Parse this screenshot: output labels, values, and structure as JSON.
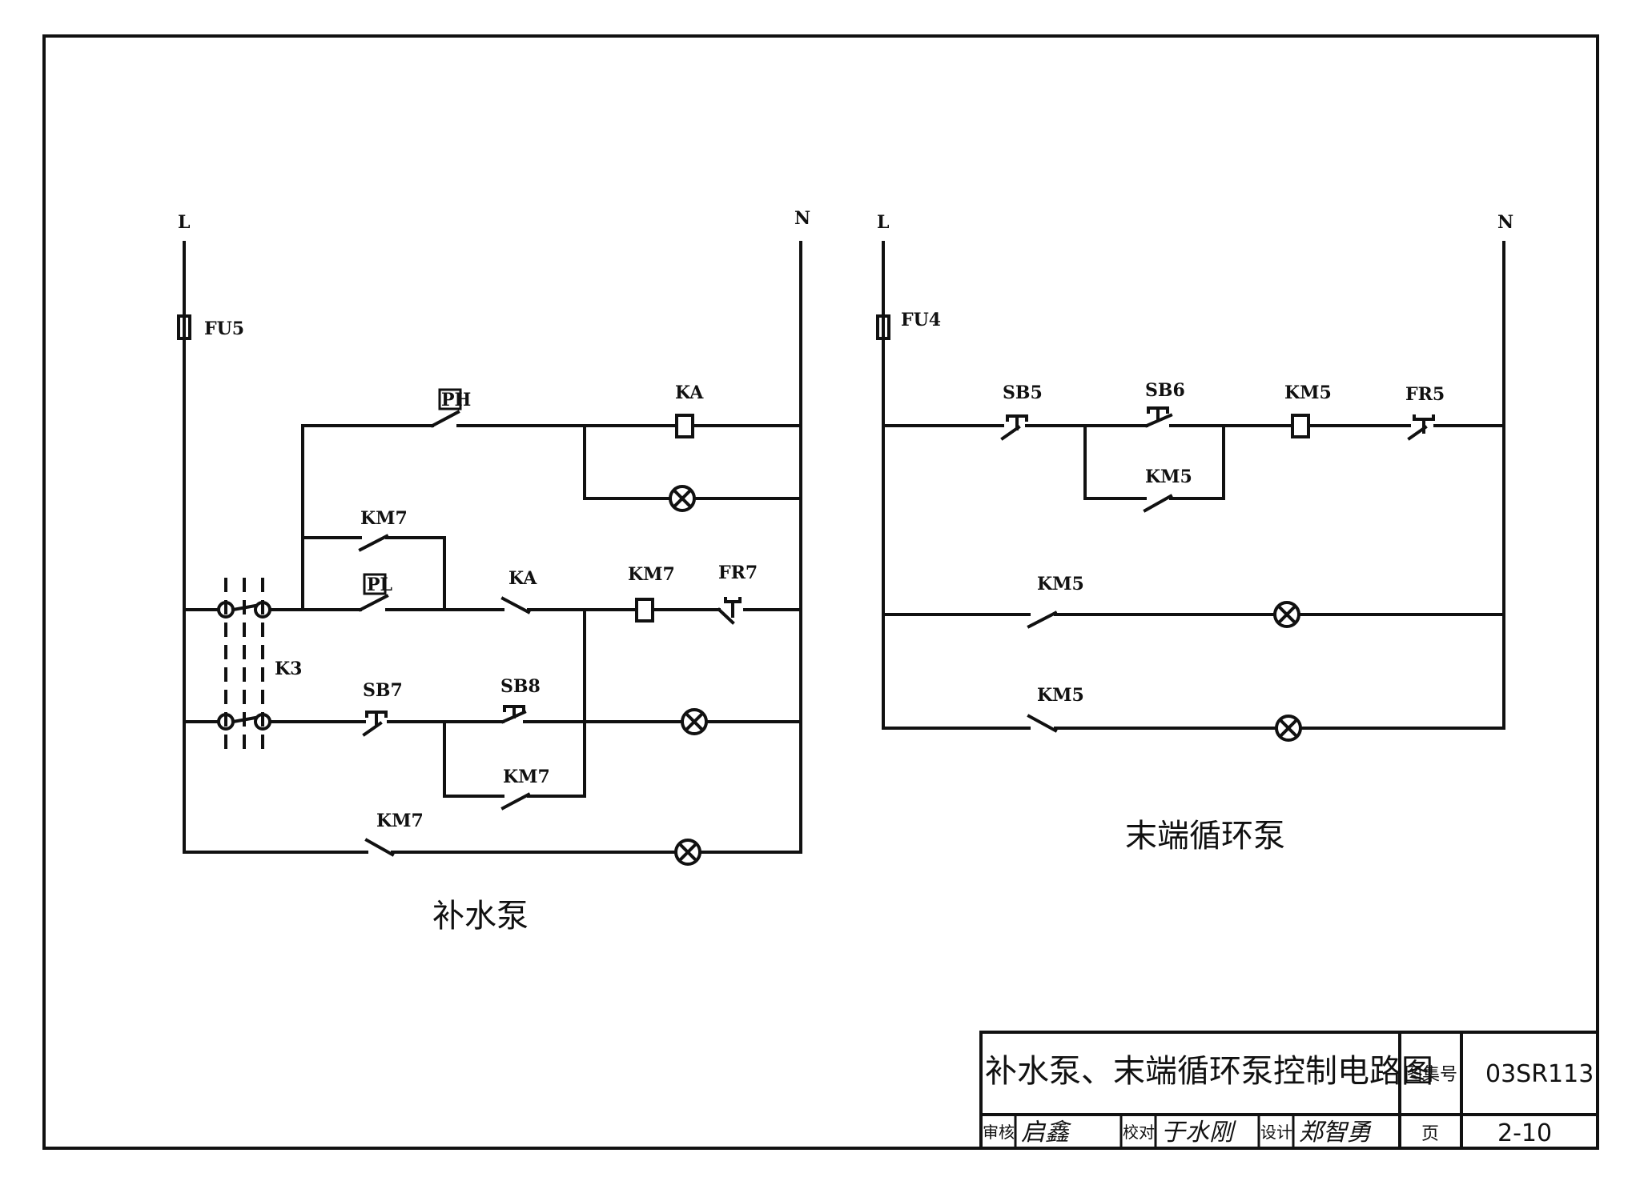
{
  "left_circuit": {
    "caption": "补水泵",
    "line_label": "L",
    "neutral_label": "N",
    "fuse": "FU5",
    "pressure_high": "PH",
    "pressure_low": "PL",
    "relay_coil": "KA",
    "km7_seal": "KM7",
    "ka_contact": "KA",
    "km7_coil": "KM7",
    "fr7": "FR7",
    "selector": "K3",
    "sb7": "SB7",
    "sb8": "SB8",
    "km7_hold": "KM7",
    "km7_nc": "KM7"
  },
  "right_circuit": {
    "caption": "末端循环泵",
    "line_label": "L",
    "neutral_label": "N",
    "fuse": "FU4",
    "sb5": "SB5",
    "sb6": "SB6",
    "km5_coil": "KM5",
    "fr5": "FR5",
    "km5_hold": "KM5",
    "km5_no": "KM5",
    "km5_nc": "KM5"
  },
  "title_block": {
    "title": "补水泵、末端循环泵控制电路图",
    "atlas_label": "图集号",
    "atlas_no": "03SR113",
    "review_label": "审核",
    "review_sig": "启鑫",
    "check_label": "校对",
    "check_sig": "于水刚",
    "design_label": "设计",
    "design_sig": "郑智勇",
    "page_label": "页",
    "page_no": "2-10"
  }
}
